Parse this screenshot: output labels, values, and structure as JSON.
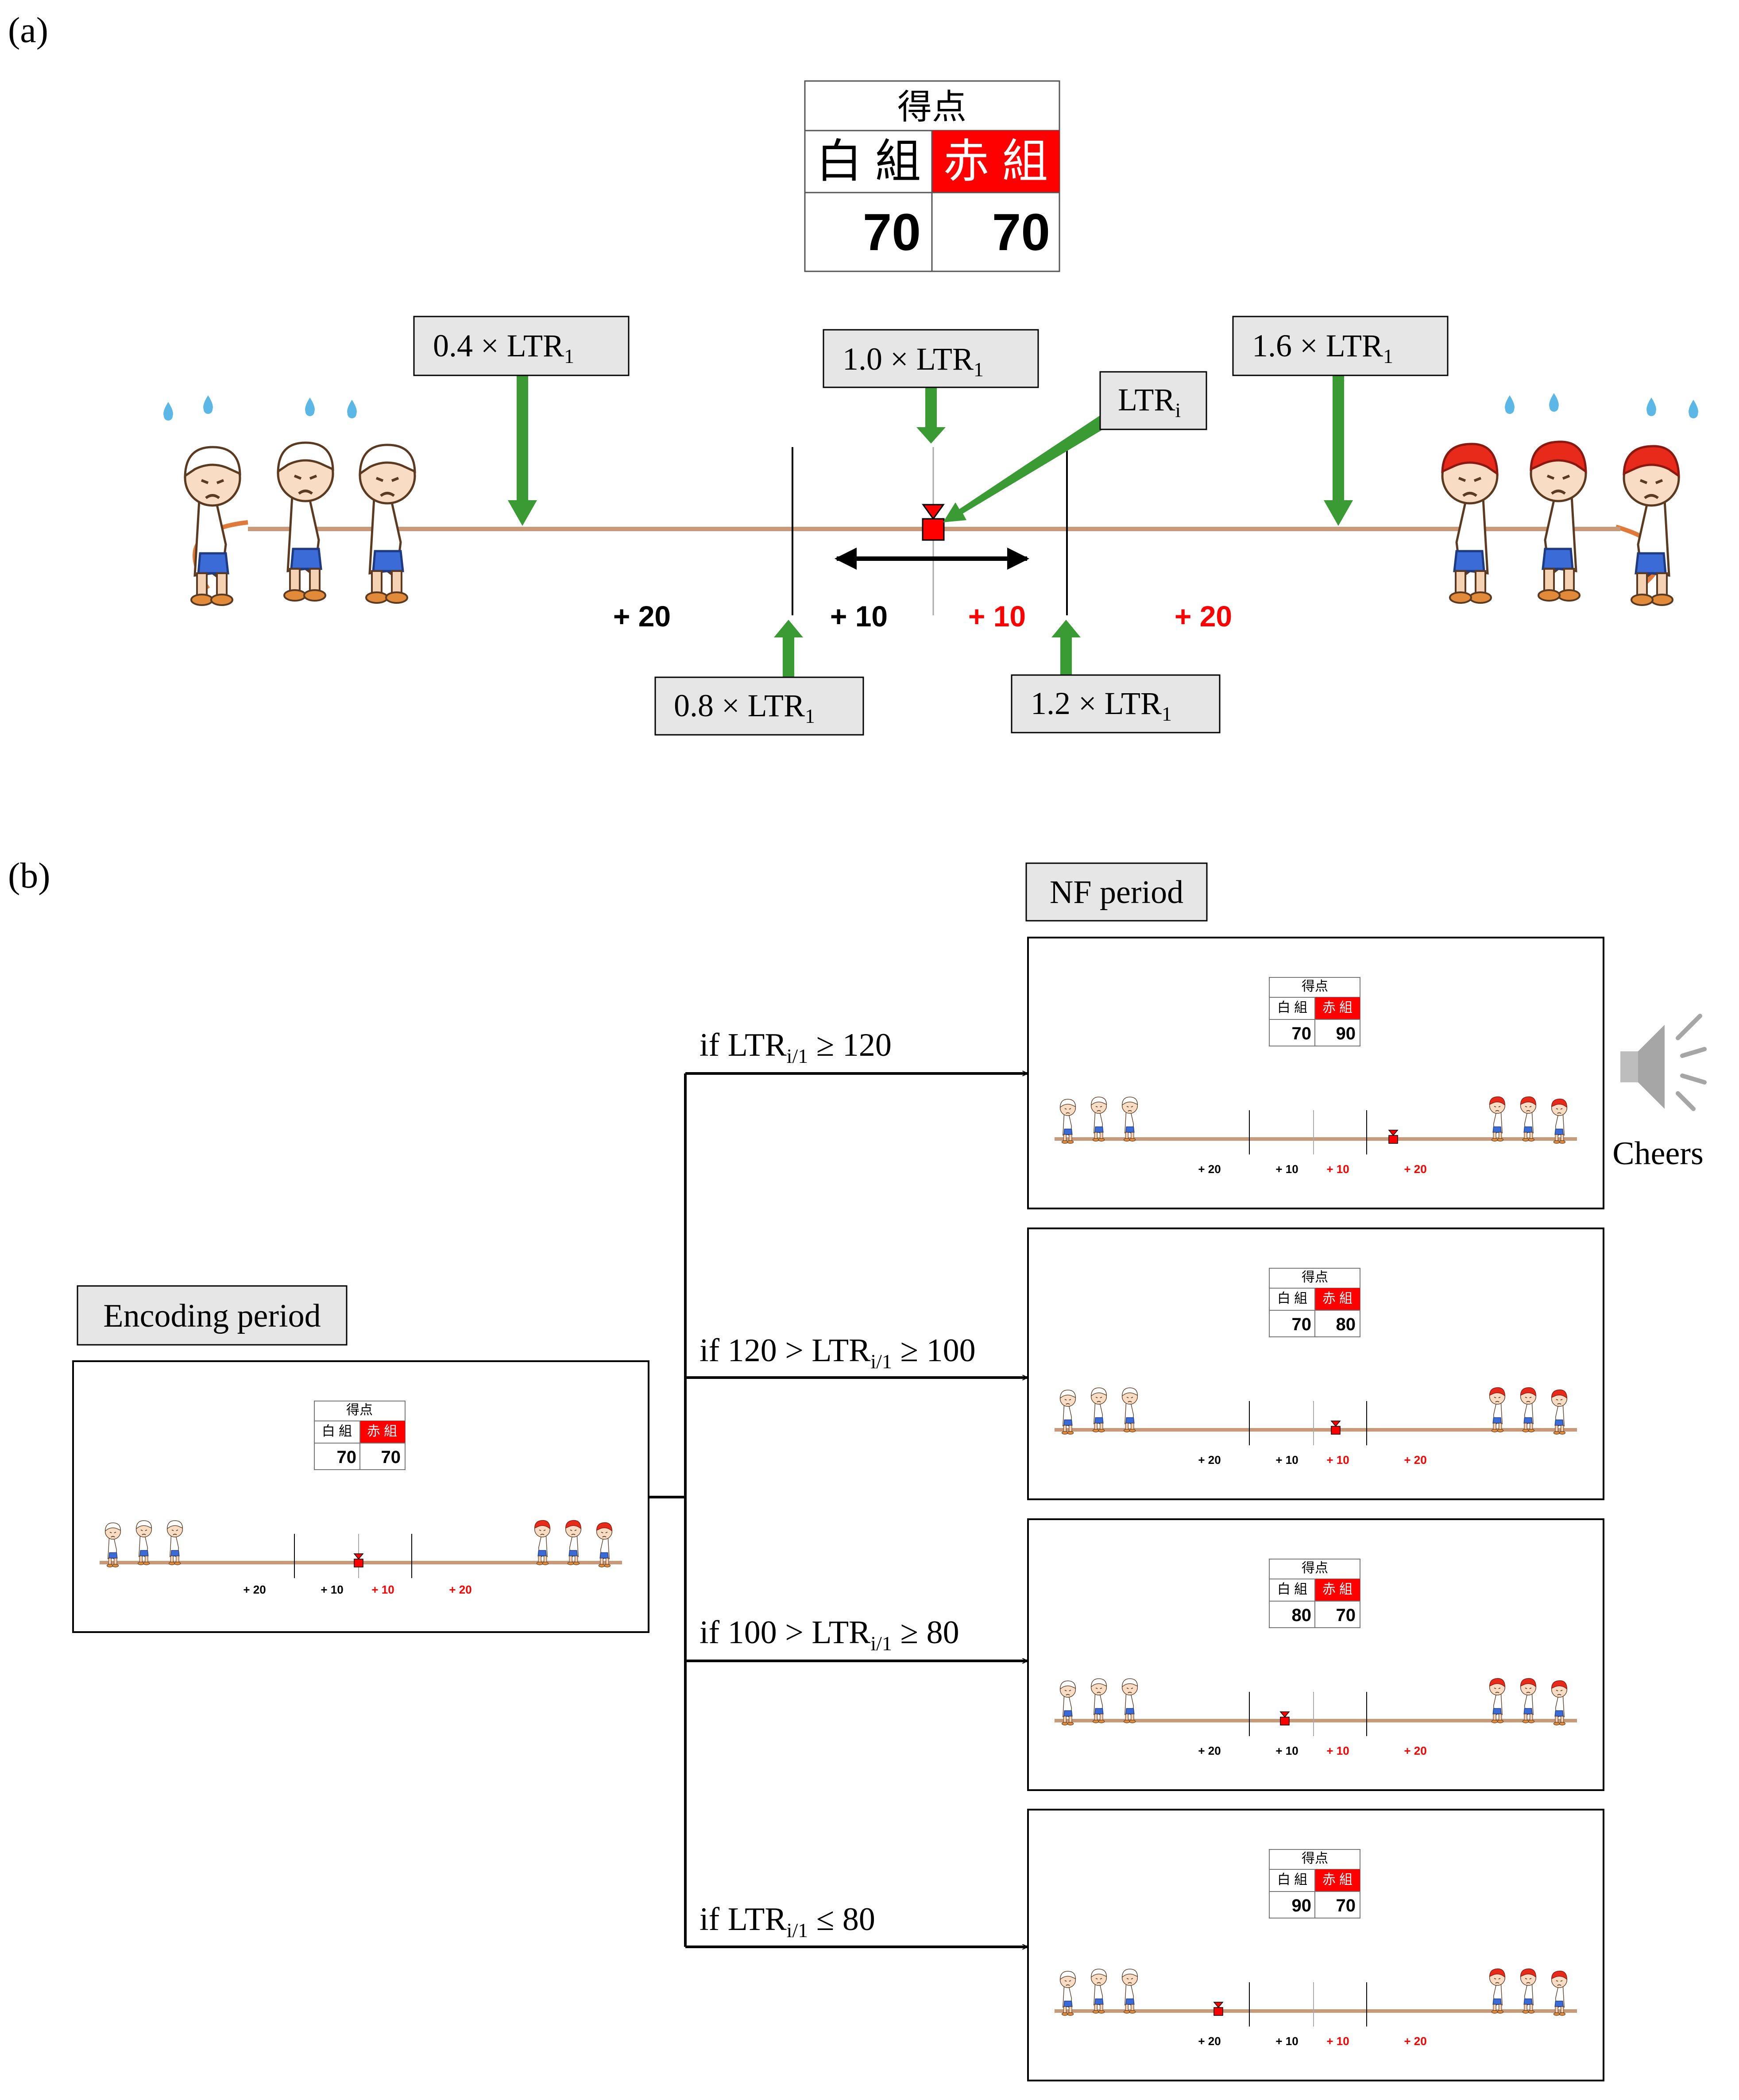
{
  "panel_a": {
    "label": "(a)",
    "score": {
      "header": "得点",
      "white_team": "白 組",
      "red_team": "赤 組",
      "white_score": "70",
      "red_score": "70"
    },
    "thresholds": [
      {
        "coef": "0.4 × LTR",
        "sub": "1"
      },
      {
        "coef": "0.8 × LTR",
        "sub": "1"
      },
      {
        "coef": "1.0 × LTR",
        "sub": "1"
      },
      {
        "coef": "1.2 × LTR",
        "sub": "1"
      },
      {
        "coef": "1.6 × LTR",
        "sub": "1"
      }
    ],
    "current": {
      "text": "LTR",
      "sub": "i"
    },
    "zones": {
      "white_outer": "+ 20",
      "white_inner": "+ 10",
      "red_inner": "+ 10",
      "red_outer": "+ 20"
    }
  },
  "panel_b": {
    "label": "(b)",
    "encoding_label": "Encoding period",
    "nf_label": "NF period",
    "cheers_label": "Cheers",
    "conditions": [
      {
        "pre": "if LTR",
        "sub": "i/1",
        "post": " ≥ 120"
      },
      {
        "pre": "if 120 > LTR",
        "sub": "i/1",
        "post": " ≥ 100"
      },
      {
        "pre": "if 100 > LTR",
        "sub": "i/1",
        "post": " ≥ 80"
      },
      {
        "pre": "if LTR",
        "sub": "i/1",
        "post": " ≤ 80"
      }
    ],
    "encoding_scores": {
      "white": "70",
      "red": "70"
    },
    "nf_scores": [
      {
        "white": "70",
        "red": "90"
      },
      {
        "white": "70",
        "red": "80"
      },
      {
        "white": "80",
        "red": "70"
      },
      {
        "white": "90",
        "red": "70"
      }
    ]
  },
  "colors": {
    "arrow_green": "#3a9a34",
    "red_team": "#ff0000",
    "rope": "#c89a7a",
    "box_fill": "#e6e6e6",
    "sweat": "#5bb8e6"
  }
}
